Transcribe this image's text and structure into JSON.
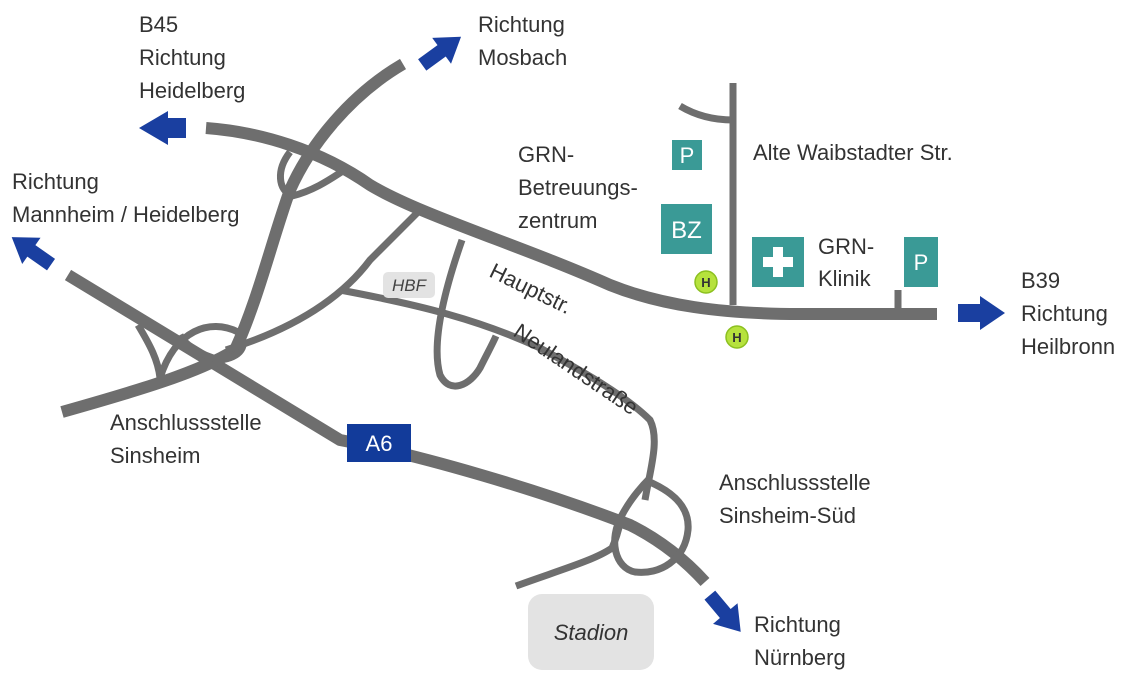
{
  "colors": {
    "road": "#6e6e6e",
    "arrow": "#1a3fa0",
    "teal_sign": "#3a9a96",
    "motorway_sign": "#123b9a",
    "bus_stop": "#b6e23d",
    "stadion_bg": "#e3e3e3",
    "text": "#333333"
  },
  "labels": {
    "b45": [
      "B45",
      "Richtung",
      "Heidelberg"
    ],
    "mosbach": [
      "Richtung",
      "Mosbach"
    ],
    "mannheim": [
      "Richtung",
      "Mannheim / Heidelberg"
    ],
    "anschluss_sinsheim": [
      "Anschlussstelle",
      "Sinsheim"
    ],
    "grn_betreuung": [
      "GRN-",
      "Betreuungs-",
      "zentrum"
    ],
    "alte_waibstadter": "Alte Waibstadter Str.",
    "grn_klinik": [
      "GRN-",
      "Klinik"
    ],
    "b39": [
      "B39",
      "Richtung",
      "Heilbronn"
    ],
    "hauptstr": "Hauptstr.",
    "neulandstrasse": "Neulandstraße",
    "hbf": "HBF",
    "anschluss_sued": [
      "Anschlussstelle",
      "Sinsheim-Süd"
    ],
    "nuernberg": [
      "Richtung",
      "Nürnberg"
    ],
    "stadion": "Stadion"
  },
  "signs": {
    "a6": "A6",
    "parking": "P",
    "bz": "BZ",
    "bus_stop": "H",
    "hospital_icon": "cross-icon"
  }
}
